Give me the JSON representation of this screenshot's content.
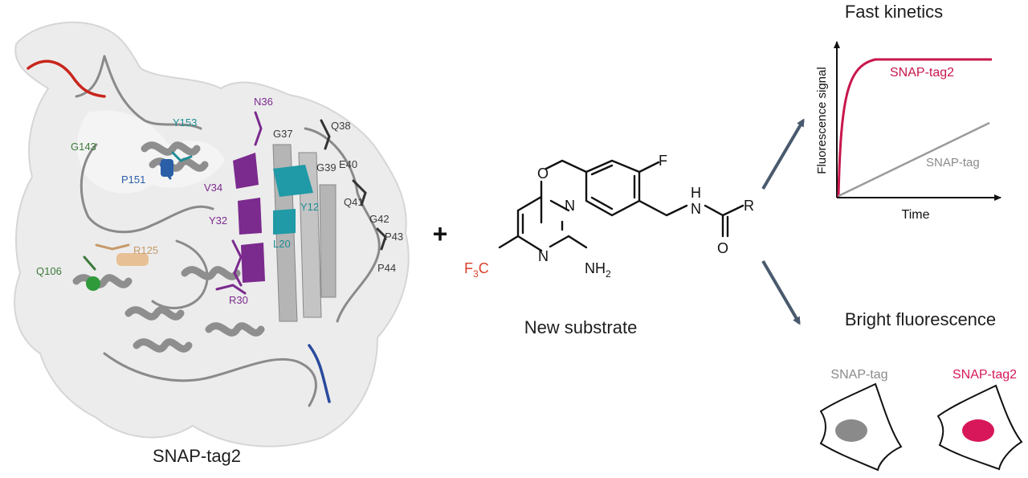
{
  "protein": {
    "caption": "SNAP-tag2",
    "residues": [
      {
        "label": "N36",
        "color": "#7b2a8e"
      },
      {
        "label": "Y153",
        "color": "#1f8d96"
      },
      {
        "label": "G37",
        "color": "#3a3a3a"
      },
      {
        "label": "Q38",
        "color": "#3a3a3a"
      },
      {
        "label": "G143",
        "color": "#3d7a3a"
      },
      {
        "label": "E40",
        "color": "#3a3a3a"
      },
      {
        "label": "G39",
        "color": "#3a3a3a"
      },
      {
        "label": "P151",
        "color": "#2a5fa8"
      },
      {
        "label": "V34",
        "color": "#7b2a8e"
      },
      {
        "label": "Q41",
        "color": "#3a3a3a"
      },
      {
        "label": "Y12",
        "color": "#1f8d96"
      },
      {
        "label": "G42",
        "color": "#3a3a3a"
      },
      {
        "label": "Y32",
        "color": "#7b2a8e"
      },
      {
        "label": "P43",
        "color": "#3a3a3a"
      },
      {
        "label": "L20",
        "color": "#1f8d96"
      },
      {
        "label": "R125",
        "color": "#c79a6a"
      },
      {
        "label": "P44",
        "color": "#3a3a3a"
      },
      {
        "label": "Q106",
        "color": "#3d7a3a"
      },
      {
        "label": "R30",
        "color": "#7b2a8e"
      }
    ]
  },
  "plus_sign": "+",
  "substrate": {
    "caption": "New substrate",
    "atoms": {
      "O": "O",
      "F": "F",
      "N_top": "N",
      "N_bottom": "N",
      "H": "H",
      "N_amide": "N",
      "R": "R",
      "O_carbonyl": "O",
      "CF3_prefix": "F",
      "CF3_sub": "3",
      "CF3_suffix": "C",
      "NH2_prefix": "NH",
      "NH2_sub": "2"
    },
    "colors": {
      "F": "#d9412b",
      "CF3": "#d9412b"
    }
  },
  "kinetics": {
    "title": "Fast kinetics",
    "ylabel": "Fluorescence signal",
    "xlabel": "Time",
    "snap_tag2_label": "SNAP-tag2",
    "snap_tag_label": "SNAP-tag",
    "colors": {
      "snap_tag2": "#c8174d",
      "snap_tag": "#9a9a9a"
    }
  },
  "brightness": {
    "title": "Bright fluorescence",
    "cell_left_label": "SNAP-tag",
    "cell_right_label": "SNAP-tag2",
    "colors": {
      "dim": "#8a8a8a",
      "bright": "#d8175a"
    }
  },
  "arrows": {
    "color": "#4a5a6e"
  }
}
